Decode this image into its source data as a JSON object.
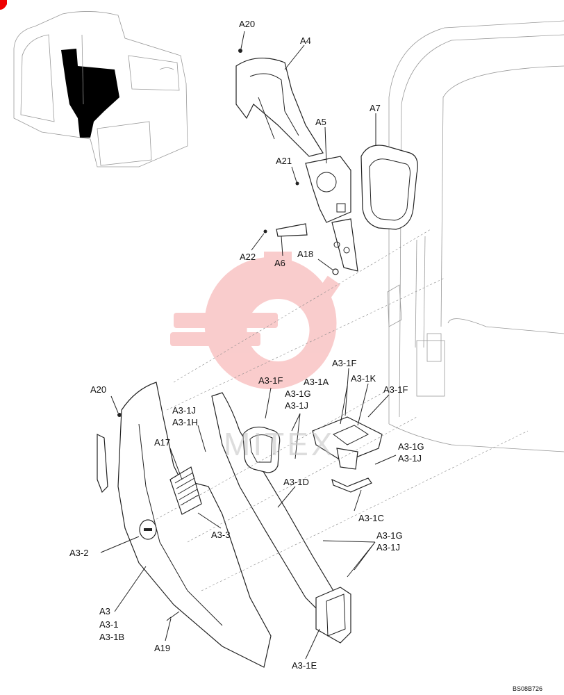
{
  "callouts": {
    "a20_top": "A20",
    "a4": "A4",
    "a5": "A5",
    "a7": "A7",
    "a21": "A21",
    "a22": "A22",
    "a6": "A6",
    "a18": "A18",
    "a20_left": "A20",
    "a3_1f_top": "A3-1F",
    "a3_1f_left": "A3-1F",
    "a3_1a": "A3-1A",
    "a3_1k": "A3-1K",
    "a3_1f_right": "A3-1F",
    "a3_1g_mid": "A3-1G",
    "a3_1j_mid": "A3-1J",
    "a3_1j_left": "A3-1J",
    "a3_1h": "A3-1H",
    "a17": "A17",
    "a3_1g_right": "A3-1G",
    "a3_1j_right": "A3-1J",
    "a3_1d": "A3-1D",
    "a3_1c": "A3-1C",
    "a3_3": "A3-3",
    "a3_2": "A3-2",
    "a3_1g_low": "A3-1G",
    "a3_1j_low": "A3-1J",
    "a3": "A3",
    "a3_1": "A3-1",
    "a3_1b": "A3-1B",
    "a19": "A19",
    "a3_1e": "A3-1E"
  },
  "drawing_code": "BS08B726",
  "watermark": "MITEX",
  "colors": {
    "line": "#222222",
    "watermark": "#f5a3a3",
    "inset_fill": "#000000"
  }
}
